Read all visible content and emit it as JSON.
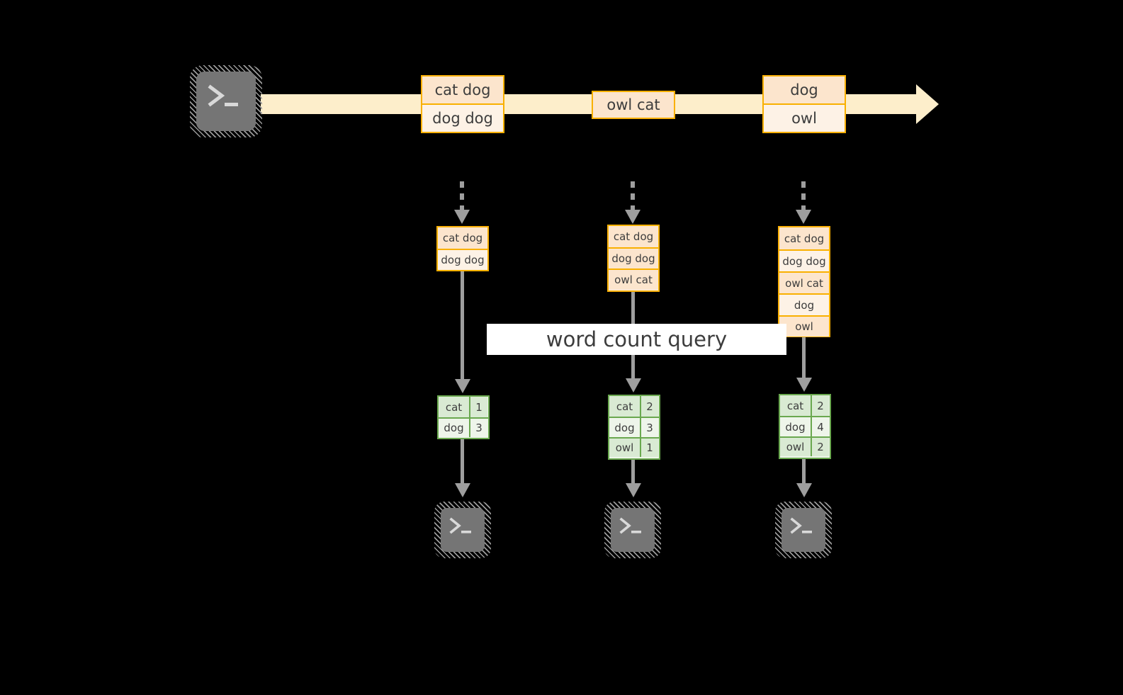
{
  "diagram": {
    "title": "word count query streaming diagram",
    "background_color": "#000000",
    "accent_orange": "#f9b000",
    "accent_green": "#6aa84f",
    "connector_gray": "#9e9e9e",
    "band_color": "#fdeecb"
  },
  "source": {
    "icon": "terminal-icon",
    "glyph": ">_"
  },
  "timeline": {
    "events": [
      {
        "id": "event-1",
        "lines": [
          {
            "text": "cat dog"
          },
          {
            "text": "dog dog"
          }
        ]
      },
      {
        "id": "event-2",
        "lines": [
          {
            "text": "owl cat"
          }
        ]
      },
      {
        "id": "event-3",
        "lines": [
          {
            "text": "dog"
          },
          {
            "text": "owl"
          }
        ]
      }
    ]
  },
  "query_label": "word count query",
  "columns": [
    {
      "id": "batch-1",
      "input_lines": [
        "cat dog",
        "dog dog"
      ],
      "result_rows": [
        {
          "word": "cat",
          "count": "1"
        },
        {
          "word": "dog",
          "count": "3"
        }
      ],
      "sink": {
        "icon": "terminal-icon",
        "glyph": ">_"
      }
    },
    {
      "id": "batch-2",
      "input_lines": [
        "cat dog",
        "dog dog",
        "owl cat"
      ],
      "result_rows": [
        {
          "word": "cat",
          "count": "2"
        },
        {
          "word": "dog",
          "count": "3"
        },
        {
          "word": "owl",
          "count": "1"
        }
      ],
      "sink": {
        "icon": "terminal-icon",
        "glyph": ">_"
      }
    },
    {
      "id": "batch-3",
      "input_lines": [
        "cat dog",
        "dog dog",
        "owl cat",
        "dog",
        "owl"
      ],
      "result_rows": [
        {
          "word": "cat",
          "count": "2"
        },
        {
          "word": "dog",
          "count": "4"
        },
        {
          "word": "owl",
          "count": "2"
        }
      ],
      "sink": {
        "icon": "terminal-icon",
        "glyph": ">_"
      }
    }
  ]
}
